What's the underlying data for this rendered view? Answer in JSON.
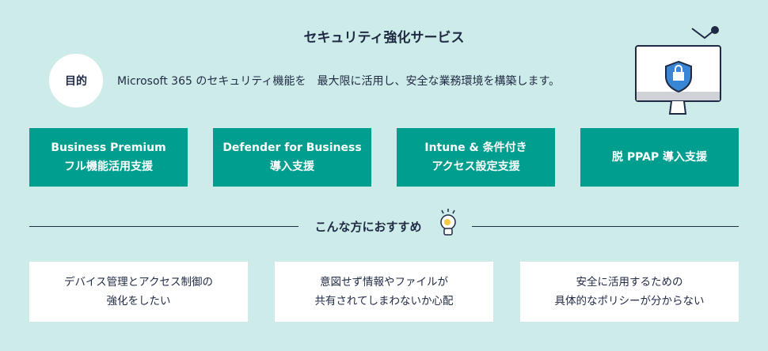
{
  "title": "セキュリティ強化サービス",
  "purpose": {
    "badge": "目的",
    "text": "Microsoft 365 のセキュリティ機能を　最大限に活用し、安全な業務環境を構築します。"
  },
  "services": [
    {
      "line1": "Business Premium",
      "line2": "フル機能活用支援"
    },
    {
      "line1": "Defender for Business",
      "line2": "導入支援"
    },
    {
      "line1": "Intune & 条件付き",
      "line2": "アクセス設定支援"
    },
    {
      "line1": "脱 PPAP 導入支援",
      "line2": ""
    }
  ],
  "recommend": {
    "heading": "こんな方におすすめ"
  },
  "cards": [
    {
      "line1": "デバイス管理とアクセス制御の",
      "line2": "強化をしたい"
    },
    {
      "line1": "意図せず情報やファイルが",
      "line2": "共有されてしまわないか心配"
    },
    {
      "line1": "安全に活用するための",
      "line2": "具体的なポリシーが分からない"
    }
  ]
}
